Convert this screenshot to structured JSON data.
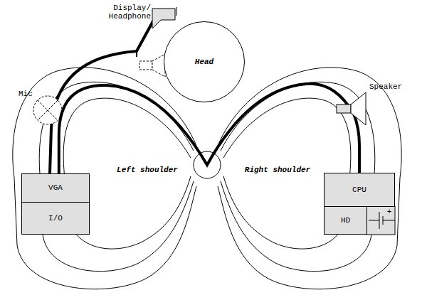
{
  "diagram": {
    "nodes": [
      {
        "text": [
          "Head"
        ]
      },
      {
        "text": [
          "Left shoulder"
        ]
      },
      {
        "text": [
          "Right shoulder"
        ]
      },
      {
        "text": [
          "VGA"
        ]
      },
      {
        "text": [
          "I/O"
        ]
      },
      {
        "text": [
          "CPU"
        ]
      },
      {
        "text": [
          "HD"
        ]
      }
    ],
    "edges": [
      {
        "from": 3,
        "to": 5,
        "arrow": "none"
      }
    ],
    "labels": [
      "Display/ Headphone",
      "Mic",
      "Speaker",
      "+"
    ]
  }
}
